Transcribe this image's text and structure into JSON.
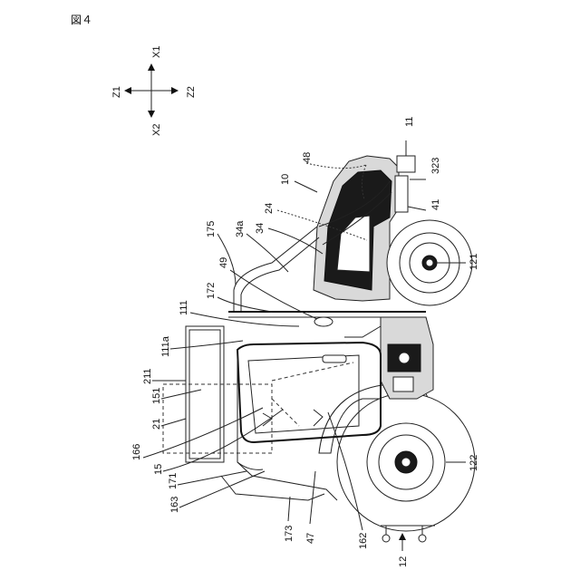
{
  "figure": {
    "title": "図４"
  },
  "directions": {
    "x1": "X1",
    "x2": "X2",
    "z1": "Z1",
    "z2": "Z2"
  },
  "labels": {
    "l11": "11",
    "l323": "323",
    "l41": "41",
    "l121": "121",
    "l48": "48",
    "l10": "10",
    "l24": "24",
    "l34": "34",
    "l34a": "34a",
    "l175": "175",
    "l49": "49",
    "l172": "172",
    "l111": "111",
    "l111a": "111a",
    "l211": "211",
    "l151": "151",
    "l21": "21",
    "l166": "166",
    "l15": "15",
    "l171": "171",
    "l163": "163",
    "l173": "173",
    "l47": "47",
    "l162": "162",
    "l12": "12",
    "l122": "122"
  }
}
